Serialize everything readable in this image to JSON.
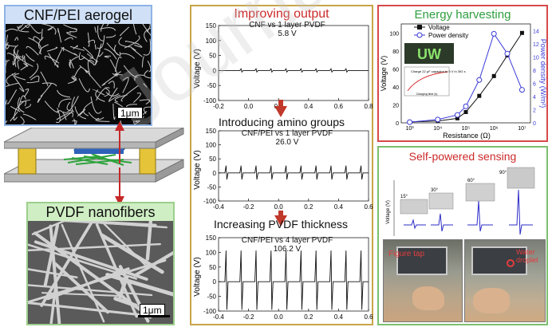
{
  "left": {
    "aerogel_title": "CNF/PEI aerogel",
    "aerogel_scale": "1μm",
    "pvdf_title": "PVDF nanofibers",
    "pvdf_scale": "1μm"
  },
  "middle": {
    "title": "Improving output",
    "step1": "Introducing amino groups",
    "step2": "Increasing PVDF thickness",
    "plots": [
      {
        "caption1": "CNF vs 1 layer PVDF",
        "caption2": "5.8 V",
        "ylabel": "Voltage (V)",
        "xticks": [
          "-0.2",
          "0.0",
          "0.2",
          "0.4",
          "0.6",
          "0.8"
        ],
        "yticks": [
          "150",
          "100",
          "50",
          "0",
          "-50",
          "-100"
        ]
      },
      {
        "caption1": "CNF/PEI vs 1 layer PVDF",
        "caption2": "26.0 V",
        "ylabel": "Voltage (V)",
        "xticks": [
          "-0.4",
          "-0.2",
          "0.0",
          "0.2",
          "0.4",
          "0.6"
        ],
        "yticks": [
          "150",
          "100",
          "50",
          "0",
          "-50",
          "-100"
        ]
      },
      {
        "caption1": "CNF/PEI vs 4 layer PVDF",
        "caption2": "106.2 V",
        "ylabel": "Voltage (V)",
        "xticks": [
          "-0.4",
          "-0.2",
          "0.0",
          "0.2",
          "0.4",
          "0.6"
        ],
        "yticks": [
          "150",
          "100",
          "50",
          "0",
          "-50",
          "-100"
        ]
      }
    ]
  },
  "energy": {
    "title": "Energy harvesting",
    "legend_voltage": "Voltage",
    "legend_power": "Power density",
    "ylabel_left": "Voltage (V)",
    "ylabel_right": "Power density (W/m²)",
    "xlabel": "Resistance (Ω)",
    "yticks_left": [
      "100",
      "80",
      "60",
      "40",
      "20",
      "0"
    ],
    "yticks_right": [
      "14",
      "12",
      "10",
      "8",
      "6",
      "4",
      "2",
      "0"
    ],
    "xticks": [
      "10³",
      "10⁴",
      "10⁵",
      "10⁶",
      "10⁷"
    ],
    "inset_text": "Charge 22 μF capacitor\nto 5 V in 392 s",
    "inset_xlabel": "Charging time (s)",
    "inset_word": "UW"
  },
  "sensing": {
    "title": "Self-powered sensing",
    "angles": [
      "15°",
      "30°",
      "60°",
      "90°"
    ],
    "ylabel": "Voltage (V)",
    "photo_label_1": "Figure tap",
    "photo_label_2": "Water droplet"
  },
  "chart_data": [
    {
      "type": "line",
      "title": "Energy harvesting",
      "xlabel": "Resistance (Ω)",
      "ylabel": "Voltage (V)",
      "x_scale": "log",
      "x": [
        1000,
        10000,
        50000,
        100000,
        300000,
        1000000,
        3000000,
        10000000
      ],
      "series": [
        {
          "name": "Voltage",
          "values": [
            1,
            2,
            5,
            12,
            30,
            52,
            75,
            100
          ]
        },
        {
          "name": "Power density",
          "axis": "right",
          "values": [
            0.1,
            0.5,
            1.2,
            2.5,
            6.5,
            13.5,
            10.5,
            5
          ]
        }
      ],
      "ylim": [
        0,
        110
      ],
      "ylim_right": [
        0,
        15
      ]
    },
    {
      "type": "line",
      "title": "CNF vs 1 layer PVDF",
      "xlim": [
        -0.2,
        0.8
      ],
      "ylim": [
        -100,
        150
      ],
      "peak_voltage": 5.8,
      "spike_x": [
        -0.05,
        0.05,
        0.15,
        0.25,
        0.35,
        0.45,
        0.55,
        0.65
      ]
    },
    {
      "type": "line",
      "title": "CNF/PEI vs 1 layer PVDF",
      "xlim": [
        -0.4,
        0.6
      ],
      "ylim": [
        -100,
        150
      ],
      "peak_voltage": 26.0,
      "spike_x": [
        -0.35,
        -0.25,
        -0.15,
        -0.05,
        0.05,
        0.15,
        0.25,
        0.35,
        0.45,
        0.55
      ]
    },
    {
      "type": "line",
      "title": "CNF/PEI vs 4 layer PVDF",
      "xlim": [
        -0.4,
        0.6
      ],
      "ylim": [
        -100,
        150
      ],
      "peak_voltage": 106.2,
      "spike_x": [
        -0.35,
        -0.25,
        -0.15,
        -0.05,
        0.05,
        0.15,
        0.25,
        0.35,
        0.45,
        0.55
      ]
    }
  ],
  "colors": {
    "aerogel_border": "#8fb3e6",
    "aerogel_title_bg": "#cfe0f7",
    "pvdf_border": "#9ccf8c",
    "pvdf_title_bg": "#cfeec4",
    "middle_border": "#c8a548",
    "energy_border": "#d7494a",
    "energy_title": "#2f9e3f",
    "sensing_border": "#7cbf6e",
    "title_red": "#cc2a2a",
    "voltage_series": "#111111",
    "power_series": "#3a3ad6"
  }
}
